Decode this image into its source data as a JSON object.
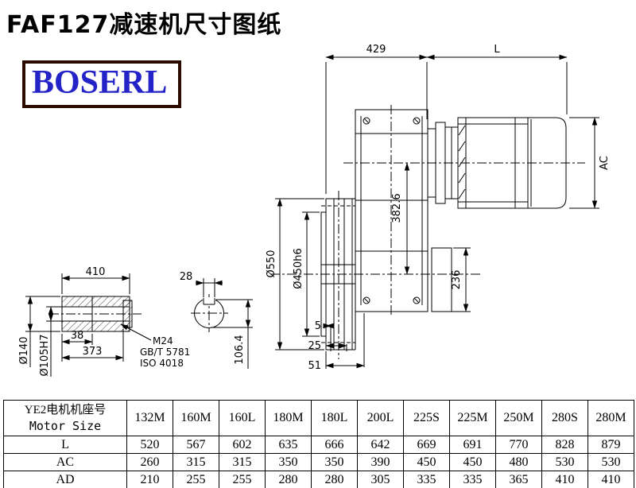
{
  "page": {
    "title": "FAF127减速机尺寸图纸",
    "logo": "BOSERL"
  },
  "drawing": {
    "dims": {
      "d429": "429",
      "motor_len": "L",
      "ac": "AC",
      "axis_dist": "382.6",
      "dia550": "Ø550",
      "dia450": "Ø450h6",
      "d236": "236",
      "d5": "5",
      "d25": "25",
      "d51": "51",
      "d410": "410",
      "d28": "28",
      "d38": "38",
      "d373": "373",
      "dia140": "Ø140",
      "dia105": "Ø105H7",
      "d106": "106.4",
      "bolt": "M24",
      "std_gb": "GB/T 5781",
      "std_iso": "ISO 4018"
    }
  },
  "table": {
    "header_cn": "YE2电机机座号",
    "header_en": "Motor Size",
    "columns": [
      "132M",
      "160M",
      "160L",
      "180M",
      "180L",
      "200L",
      "225S",
      "225M",
      "250M",
      "280S",
      "280M"
    ],
    "rows": [
      {
        "label": "L",
        "values": [
          "520",
          "567",
          "602",
          "635",
          "666",
          "642",
          "669",
          "691",
          "770",
          "828",
          "879"
        ]
      },
      {
        "label": "AC",
        "values": [
          "260",
          "315",
          "315",
          "350",
          "350",
          "390",
          "450",
          "450",
          "480",
          "530",
          "530"
        ]
      },
      {
        "label": "AD",
        "values": [
          "210",
          "255",
          "255",
          "280",
          "280",
          "305",
          "335",
          "335",
          "365",
          "410",
          "410"
        ]
      }
    ]
  }
}
